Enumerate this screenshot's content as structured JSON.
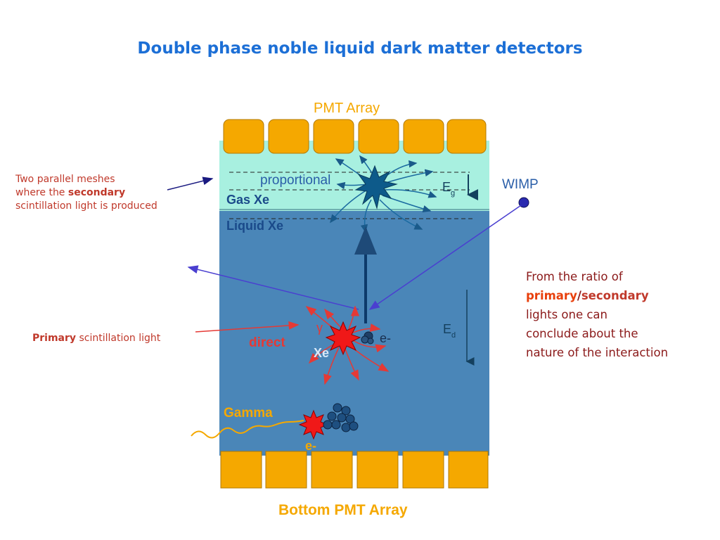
{
  "title": "Double phase noble liquid dark matter detectors",
  "labels": {
    "pmt_top": "PMT Array",
    "pmt_bottom": "Bottom PMT Array",
    "proportional": "proportional",
    "gas": "Gas Xe",
    "liquid": "Liquid Xe",
    "e_g": "E",
    "e_g_sub": "g",
    "e_d": "E",
    "e_d_sub": "d",
    "wimp": "WIMP",
    "gamma_symbol": "γ",
    "direct": "direct",
    "xe": "Xe",
    "e_minus_1": "e-",
    "gamma": "Gamma",
    "e_minus_2": "e-"
  },
  "notes": {
    "meshes_line1": "Two parallel meshes",
    "meshes_line2_pre": "where the ",
    "meshes_line2_bold": "secondary",
    "meshes_line3": "scintillation light is produced",
    "primary_bold": "Primary",
    "primary_rest": " scintillation light",
    "ratio_line1": "From the ratio of",
    "ratio_primary": "primary",
    "ratio_slash": "/",
    "ratio_secondary": "secondary",
    "ratio_line3": "lights one can",
    "ratio_line4": "conclude about the",
    "ratio_line5": "nature of the interaction"
  },
  "colors": {
    "title": "#1c6fd6",
    "pmt": "#f5a800",
    "gas": "#a8f0e0",
    "liquid": "#4a86b8",
    "annotation_red": "#c0392b"
  }
}
